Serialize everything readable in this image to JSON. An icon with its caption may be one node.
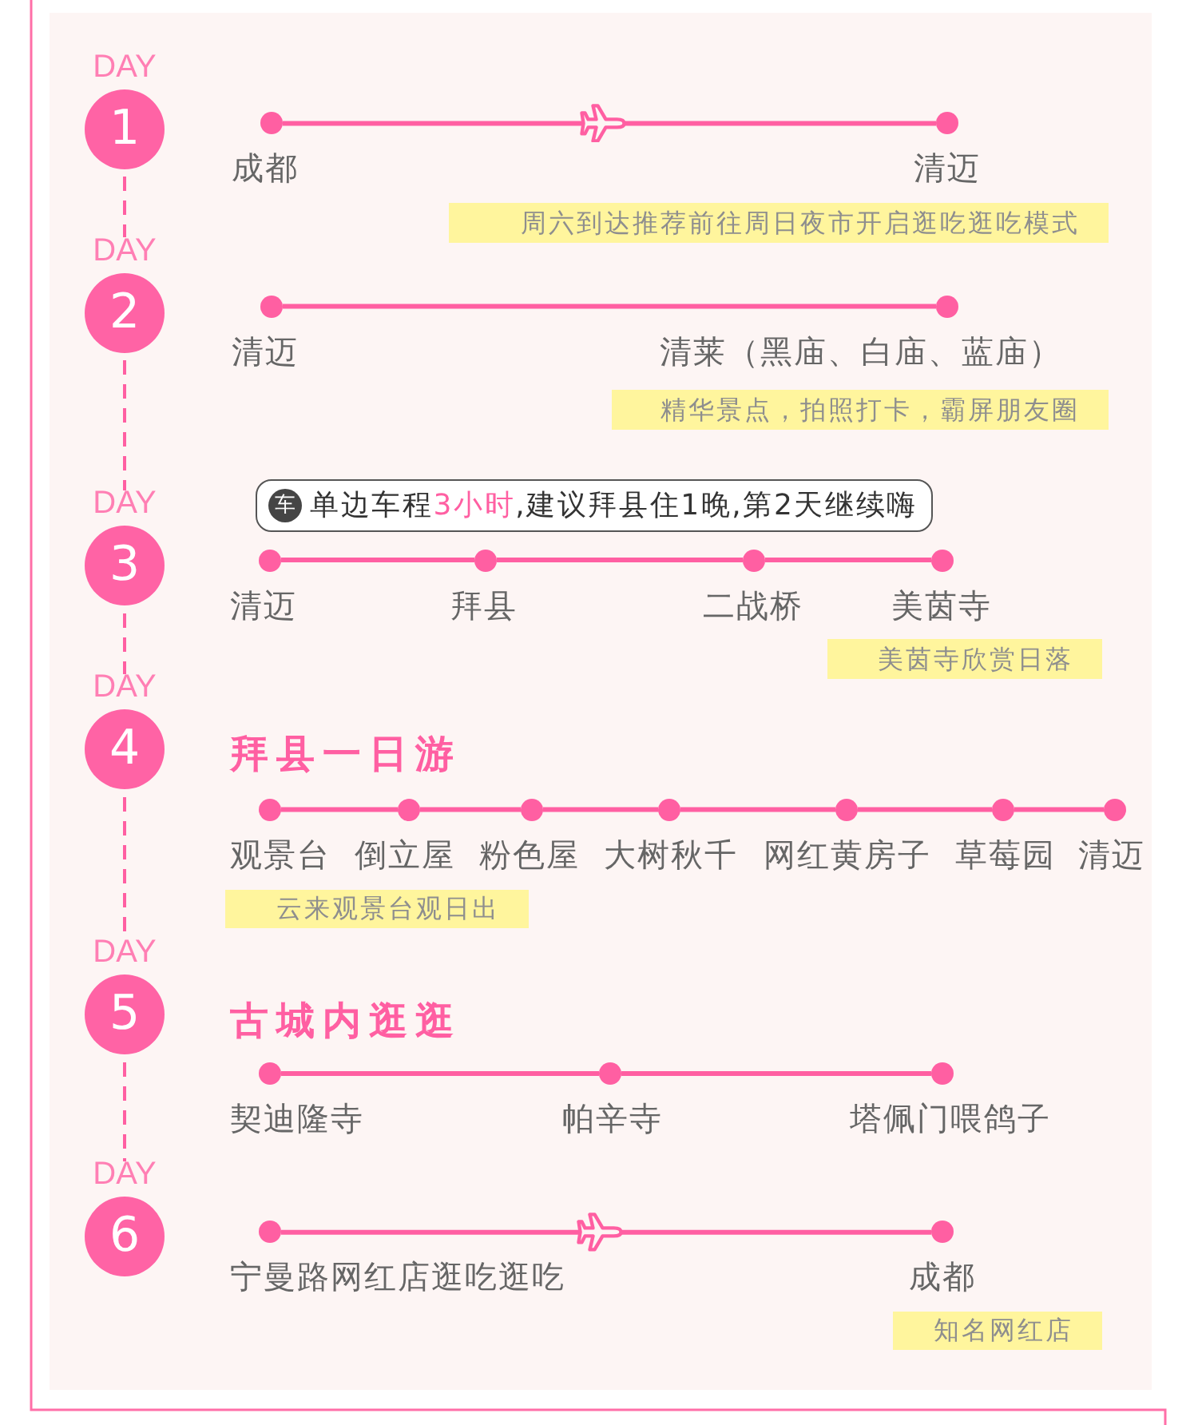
{
  "diagram": {
    "nodes": [
      {
        "text": [
          "DAY",
          "1"
        ]
      },
      {
        "text": [],
        "shape": "circle",
        "beside": [
          "成都"
        ]
      },
      {
        "text": [],
        "shape": "circle",
        "beside": [
          "清迈"
        ]
      },
      {
        "text": [
          "周六到达推荐前往周日夜市开启逛吃逛吃模式"
        ]
      },
      {
        "text": [
          "DAY",
          "2"
        ]
      },
      {
        "text": [],
        "shape": "circle",
        "beside": [
          "清迈"
        ]
      },
      {
        "text": [],
        "shape": "circle",
        "beside": [
          "清莱（黑庙、白庙、蓝庙）"
        ]
      },
      {
        "text": [
          "精华景点，拍照打卡，霸屏朋友圈"
        ]
      },
      {
        "text": [
          "DAY",
          "3"
        ]
      },
      {
        "text": [
          "单边车程**3小时**,建议拜县住1晚,第2天继续嗨"
        ]
      },
      {
        "text": [
          "车"
        ],
        "in": 9
      },
      {
        "text": [],
        "shape": "circle",
        "beside": [
          "清迈"
        ]
      },
      {
        "text": [],
        "shape": "circle",
        "beside": [
          "拜县"
        ]
      },
      {
        "text": [],
        "shape": "circle",
        "beside": [
          "二战桥"
        ]
      },
      {
        "text": [],
        "shape": "circle",
        "beside": [
          "美茵寺"
        ]
      },
      {
        "text": [
          "美茵寺欣赏日落"
        ]
      },
      {
        "text": [
          "DAY",
          "4"
        ]
      },
      {
        "text": [],
        "shape": "circle",
        "beside": [
          "观景台"
        ]
      },
      {
        "text": [],
        "shape": "circle",
        "beside": [
          "倒立屋"
        ]
      },
      {
        "text": [],
        "shape": "circle",
        "beside": [
          "粉色屋"
        ]
      },
      {
        "text": [],
        "shape": "circle",
        "beside": [
          "大树秋千"
        ]
      },
      {
        "text": [],
        "shape": "circle",
        "beside": [
          "网红黄房子"
        ]
      },
      {
        "text": [],
        "shape": "circle",
        "beside": [
          "草莓园"
        ]
      },
      {
        "text": [],
        "shape": "circle",
        "beside": [
          "清迈"
        ]
      },
      {
        "text": [
          "云来观景台观日出"
        ]
      },
      {
        "text": [
          "DAY",
          "5"
        ]
      },
      {
        "text": [],
        "shape": "circle",
        "beside": [
          "契迪隆寺"
        ]
      },
      {
        "text": [],
        "shape": "circle",
        "beside": [
          "帕辛寺"
        ]
      },
      {
        "text": [],
        "shape": "circle",
        "beside": [
          "塔佩门喂鸽子"
        ]
      },
      {
        "text": [
          "DAY",
          "6"
        ]
      },
      {
        "text": [],
        "shape": "circle",
        "beside": [
          "宁曼路网红店逛吃逛吃"
        ]
      },
      {
        "text": [],
        "shape": "circle",
        "beside": [
          "成都"
        ]
      },
      {
        "text": [
          "知名网红店"
        ]
      }
    ],
    "edges": [
      {
        "from": 1,
        "to": 2,
        "arrow": "none"
      },
      {
        "from": 0,
        "to": 4,
        "arrow": "none",
        "style": "dashed"
      },
      {
        "from": 5,
        "to": 6,
        "arrow": "none"
      },
      {
        "from": 4,
        "to": 8,
        "arrow": "none",
        "style": "dashed"
      },
      {
        "from": 11,
        "to": 12,
        "arrow": "none"
      },
      {
        "from": 12,
        "to": 13,
        "arrow": "none"
      },
      {
        "from": 13,
        "to": 14,
        "arrow": "none"
      },
      {
        "from": 8,
        "to": 16,
        "arrow": "none",
        "style": "dashed"
      },
      {
        "from": 17,
        "to": 18,
        "arrow": "none"
      },
      {
        "from": 18,
        "to": 19,
        "arrow": "none"
      },
      {
        "from": 19,
        "to": 20,
        "arrow": "none"
      },
      {
        "from": 20,
        "to": 21,
        "arrow": "none"
      },
      {
        "from": 21,
        "to": 22,
        "arrow": "none"
      },
      {
        "from": 22,
        "to": 23,
        "arrow": "none"
      },
      {
        "from": 16,
        "to": 25,
        "arrow": "none",
        "style": "dashed"
      },
      {
        "from": 26,
        "to": 27,
        "arrow": "none"
      },
      {
        "from": 27,
        "to": 28,
        "arrow": "none"
      },
      {
        "from": 25,
        "to": 29,
        "arrow": "none",
        "style": "dashed"
      },
      {
        "from": 30,
        "to": 31,
        "arrow": "none"
      }
    ],
    "labels": [
      "拜县一日游",
      "古城内逛逛"
    ]
  }
}
